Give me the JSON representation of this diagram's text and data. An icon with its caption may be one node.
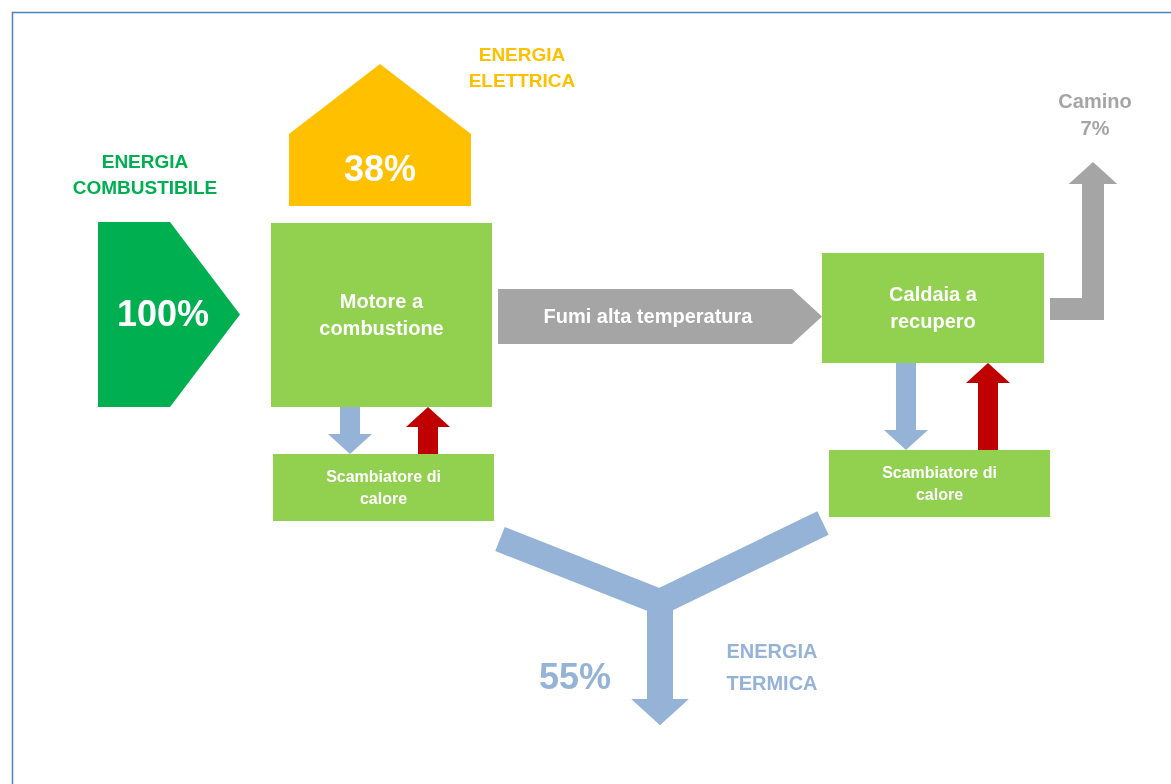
{
  "diagram": {
    "nodes": [
      {
        "text": [
          "ENERGIA COMBUSTIBILE",
          "100%"
        ]
      },
      {
        "text": [
          "ENERGIA ELETTRICA",
          "38%"
        ]
      },
      {
        "text": [
          "Motore a combustione"
        ]
      },
      {
        "text": [
          "Fumi alta temperatura"
        ]
      },
      {
        "text": [
          "Caldaia a recupero"
        ]
      },
      {
        "text": [
          "Camino 7%"
        ]
      },
      {
        "text": [
          "Scambiatore di calore"
        ]
      },
      {
        "text": [
          "Scambiatore di calore"
        ]
      }
    ],
    "edges": [
      {
        "from": 2,
        "to": 6,
        "arrow": "to"
      },
      {
        "from": 6,
        "to": 2,
        "arrow": "to",
        "color": "#c00000"
      },
      {
        "from": 4,
        "to": 7,
        "arrow": "to"
      },
      {
        "from": 7,
        "to": 4,
        "arrow": "to",
        "color": "#c00000"
      },
      {
        "from": 4,
        "to": 5,
        "arrow": "to",
        "color": "#a5a5a5"
      },
      {
        "from": 6,
        "to": null,
        "arrow": "to"
      },
      {
        "from": 7,
        "to": null,
        "arrow": "to"
      }
    ],
    "labels": [
      "55%",
      "ENERGIA TERMICA"
    ]
  }
}
